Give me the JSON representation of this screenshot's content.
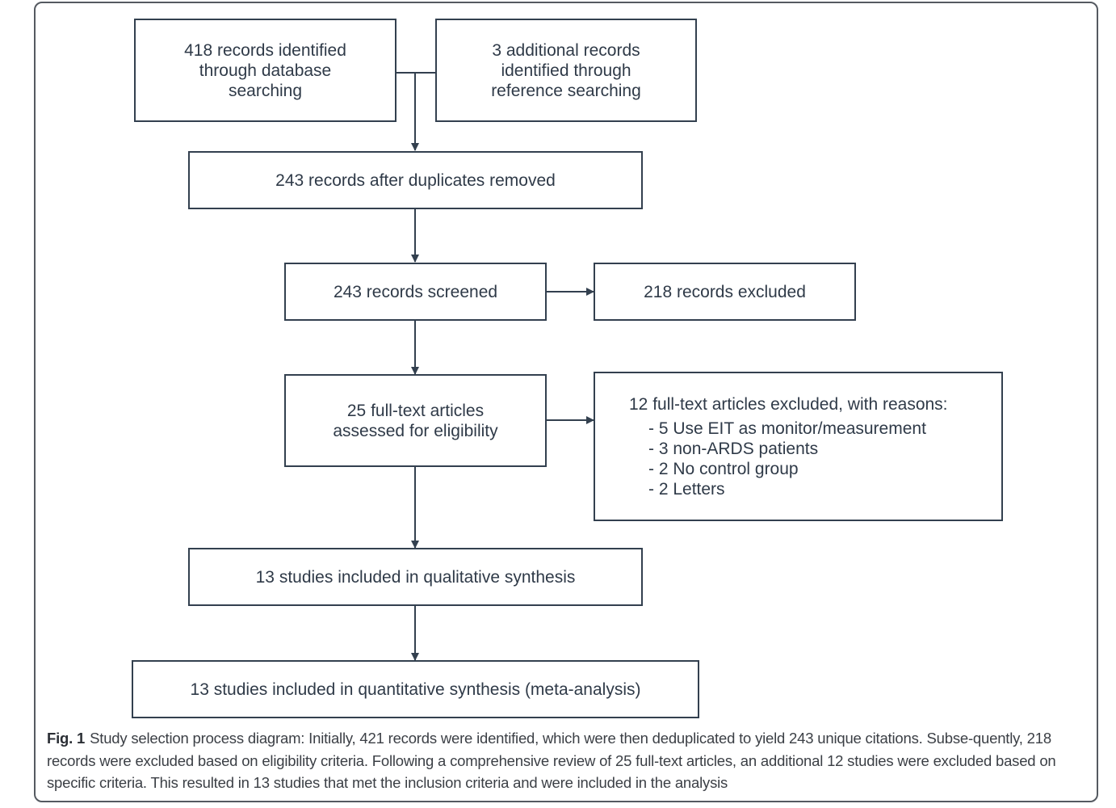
{
  "diagram": {
    "records_database": [
      "418 records identified",
      "through database",
      "searching"
    ],
    "records_additional": [
      "3 additional records",
      "identified through",
      "reference searching"
    ],
    "after_duplicates": "243 records after duplicates removed",
    "screened": "243 records screened",
    "excluded": "218 records excluded",
    "fulltext_assessed": [
      "25 full-text articles",
      "assessed for eligibility"
    ],
    "fulltext_excluded": {
      "title": "12 full-text articles excluded, with reasons:",
      "reasons": [
        "- 5 Use EIT as monitor/measurement",
        "- 3 non-ARDS patients",
        "- 2 No control group",
        "- 2 Letters"
      ]
    },
    "qualitative": "13 studies included in qualitative synthesis",
    "quantitative": "13 studies included in quantitative synthesis (meta-analysis)"
  },
  "caption": {
    "label": "Fig. 1",
    "text": "Study selection process diagram: Initially, 421 records were identified, which were then deduplicated to yield 243 unique citations. Subse-quently, 218 records were excluded based on eligibility criteria. Following a comprehensive review of 25 full-text articles, an additional 12 studies were excluded based on specific criteria. This resulted in 13 studies that met the inclusion criteria and were included in the analysis"
  },
  "colors": {
    "box_border": "#33404f",
    "arrow": "#33404f",
    "frame_border": "#555a61"
  }
}
